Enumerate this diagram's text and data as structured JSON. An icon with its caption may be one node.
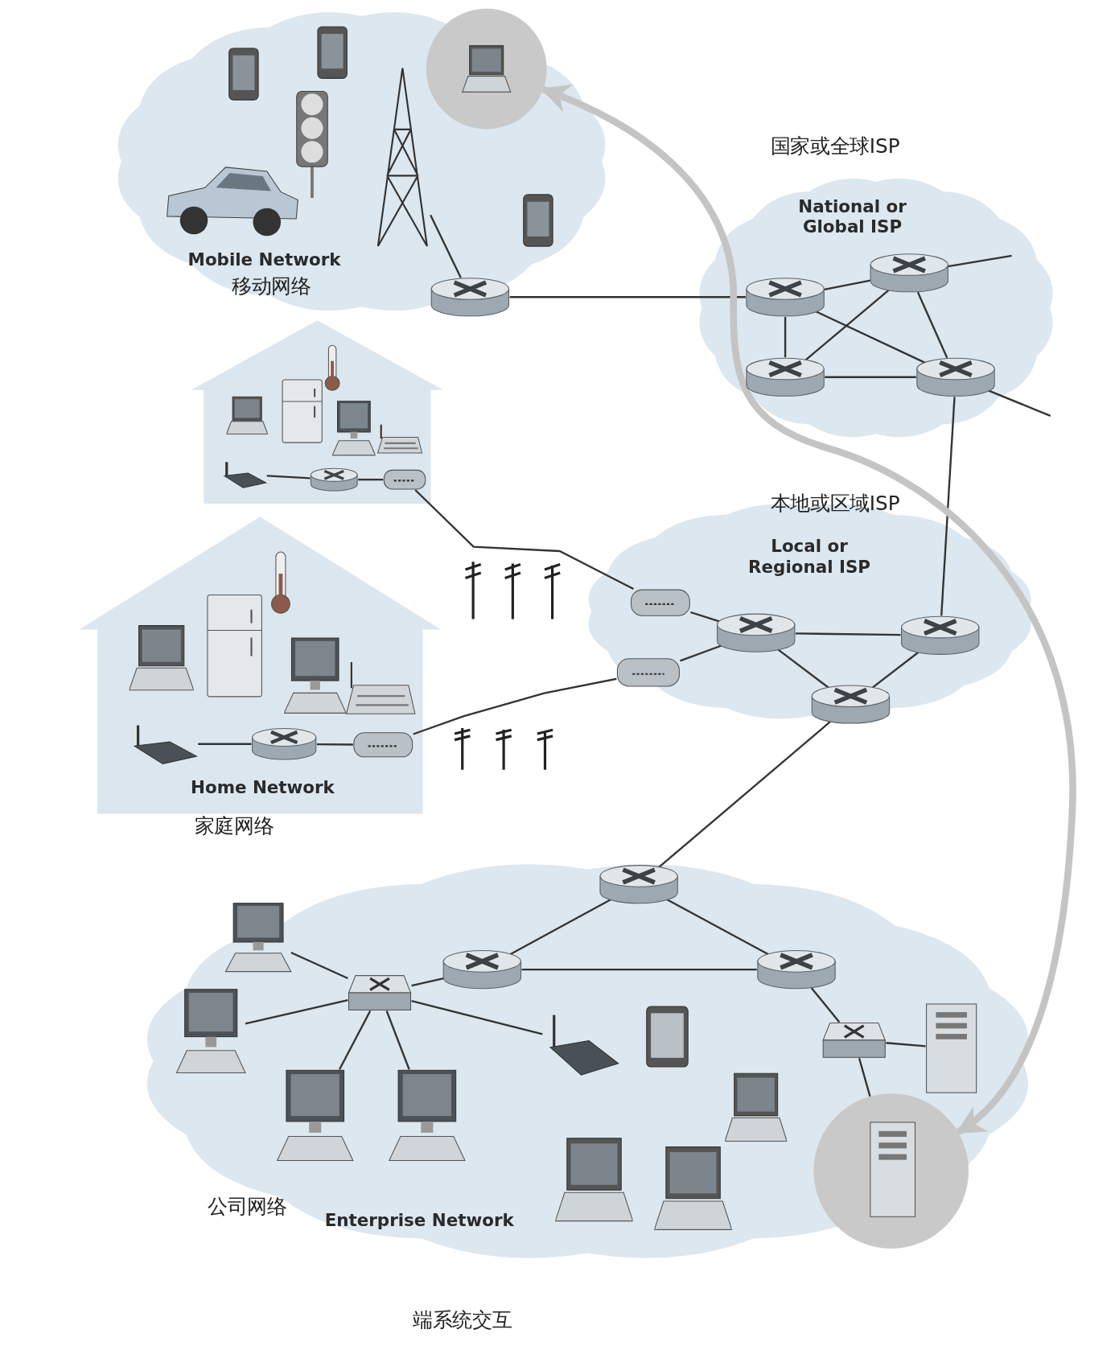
{
  "diagram": {
    "caption": "端系统交互",
    "nodes": [
      {
        "text": [
          "Mobile Network",
          "移动网络"
        ]
      },
      {
        "text": [],
        "shape": "picture",
        "in": 0
      },
      {
        "text": [],
        "shape": "picture",
        "in": 0
      },
      {
        "text": [],
        "shape": "cylinder",
        "in": 0
      },
      {
        "text": [
          "National or Global ISP"
        ],
        "beside": [
          "国家或全球ISP"
        ]
      },
      {
        "text": [],
        "shape": "cylinder",
        "in": 4
      },
      {
        "text": [],
        "shape": "cylinder",
        "in": 4
      },
      {
        "text": [],
        "shape": "cylinder",
        "in": 4
      },
      {
        "text": [],
        "shape": "cylinder",
        "in": 4
      },
      {
        "text": [],
        "shape": "house"
      },
      {
        "text": [],
        "shape": "picture",
        "in": 9
      },
      {
        "text": [],
        "shape": "cylinder",
        "in": 9
      },
      {
        "text": [],
        "shape": "picture",
        "in": 9
      },
      {
        "text": [
          "Local or Regional ISP"
        ],
        "beside": [
          "本地或区域ISP"
        ]
      },
      {
        "text": [],
        "shape": "picture",
        "in": 13
      },
      {
        "text": [],
        "shape": "cylinder",
        "in": 13
      },
      {
        "text": [],
        "shape": "cylinder",
        "in": 13
      },
      {
        "text": [],
        "shape": "picture",
        "in": 13
      },
      {
        "text": [],
        "shape": "cylinder",
        "in": 13
      },
      {
        "text": [
          "Home Network"
        ],
        "beside": [
          "家庭网络"
        ]
      },
      {
        "text": [],
        "shape": "picture",
        "in": 19
      },
      {
        "text": [],
        "shape": "cylinder",
        "in": 19
      },
      {
        "text": [],
        "shape": "picture",
        "in": 19
      },
      {
        "text": [
          "公司网络",
          "Enterprise Network"
        ]
      },
      {
        "text": [],
        "shape": "cylinder",
        "in": 23
      },
      {
        "text": [],
        "shape": "cylinder",
        "in": 23
      },
      {
        "text": [],
        "shape": "cylinder",
        "in": 23
      },
      {
        "text": [],
        "shape": "box",
        "in": 23
      },
      {
        "text": [],
        "shape": "box",
        "in": 23
      },
      {
        "text": [],
        "shape": "picture",
        "in": 23
      },
      {
        "text": [],
        "shape": "picture",
        "in": 23
      },
      {
        "text": [],
        "shape": "picture",
        "in": 23
      },
      {
        "text": [],
        "shape": "picture",
        "in": 23
      },
      {
        "text": [],
        "shape": "picture",
        "in": 23
      },
      {
        "text": [],
        "shape": "picture",
        "in": 23
      },
      {
        "text": [],
        "shape": "picture",
        "in": 23
      }
    ],
    "edges": [
      {
        "from": 2,
        "to": 3,
        "arrow": "none"
      },
      {
        "from": 3,
        "to": 5,
        "arrow": "none"
      },
      {
        "from": 5,
        "to": 6,
        "arrow": "none"
      },
      {
        "from": 5,
        "to": 7,
        "arrow": "none"
      },
      {
        "from": 5,
        "to": 8,
        "arrow": "none"
      },
      {
        "from": 6,
        "to": 7,
        "arrow": "none"
      },
      {
        "from": 6,
        "to": 8,
        "arrow": "none"
      },
      {
        "from": 7,
        "to": 8,
        "arrow": "none"
      },
      {
        "from": 6,
        "to": null,
        "arrow": "none"
      },
      {
        "from": 8,
        "to": null,
        "arrow": "none"
      },
      {
        "from": 8,
        "to": 16,
        "arrow": "none"
      },
      {
        "from": 10,
        "to": 11,
        "arrow": "none"
      },
      {
        "from": 11,
        "to": 12,
        "arrow": "none"
      },
      {
        "from": 12,
        "to": 14,
        "arrow": "none"
      },
      {
        "from": 14,
        "to": 15,
        "arrow": "none"
      },
      {
        "from": 17,
        "to": 15,
        "arrow": "none"
      },
      {
        "from": 15,
        "to": 16,
        "arrow": "none"
      },
      {
        "from": 15,
        "to": 18,
        "arrow": "none"
      },
      {
        "from": 16,
        "to": 18,
        "arrow": "none"
      },
      {
        "from": 20,
        "to": 21,
        "arrow": "none"
      },
      {
        "from": 21,
        "to": 22,
        "arrow": "none"
      },
      {
        "from": 22,
        "to": 17,
        "arrow": "none"
      },
      {
        "from": 18,
        "to": 24,
        "arrow": "none"
      },
      {
        "from": 24,
        "to": 25,
        "arrow": "none"
      },
      {
        "from": 24,
        "to": 26,
        "arrow": "none"
      },
      {
        "from": 25,
        "to": 26,
        "arrow": "none"
      },
      {
        "from": 25,
        "to": 27,
        "arrow": "none"
      },
      {
        "from": 26,
        "to": 28,
        "arrow": "none"
      },
      {
        "from": 27,
        "to": 29,
        "arrow": "none"
      },
      {
        "from": 27,
        "to": 30,
        "arrow": "none"
      },
      {
        "from": 27,
        "to": 31,
        "arrow": "none"
      },
      {
        "from": 27,
        "to": 32,
        "arrow": "none"
      },
      {
        "from": 27,
        "to": 33,
        "arrow": "none"
      },
      {
        "from": 28,
        "to": 34,
        "arrow": "none"
      },
      {
        "from": 28,
        "to": 35,
        "arrow": "none"
      },
      {
        "from": 1,
        "to": 35,
        "arrow": "both",
        "style": "thick",
        "color": "#c4c4c4"
      }
    ]
  }
}
